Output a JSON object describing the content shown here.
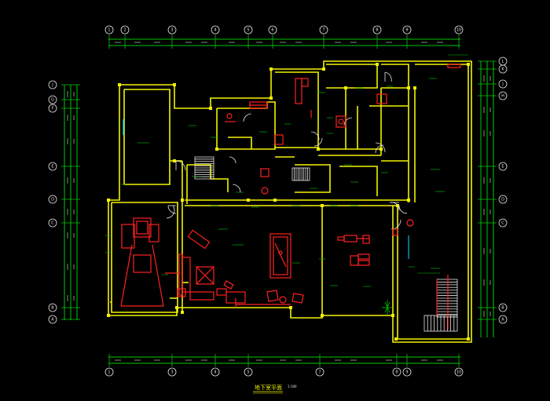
{
  "colors": {
    "background": "#000000",
    "wall": "#f2f200",
    "dimension": "#00c800",
    "furniture": "#ff2020",
    "text": "#e6e6e6",
    "water": "#00e0ff"
  },
  "axes": {
    "top": [
      "1",
      "2",
      "3",
      "4",
      "5",
      "6",
      "7",
      "8",
      "9",
      "10"
    ],
    "bottom": [
      "1",
      "3",
      "4",
      "5",
      "7",
      "8",
      "9",
      "10"
    ],
    "left": [
      "J",
      "G",
      "F",
      "E",
      "D",
      "C",
      "B",
      "A"
    ],
    "right": [
      "L",
      "K",
      "J",
      "H",
      "E",
      "D",
      "C",
      "B",
      "A"
    ]
  },
  "title": {
    "drawing_title": "地下室平面",
    "scale": "1:100"
  }
}
